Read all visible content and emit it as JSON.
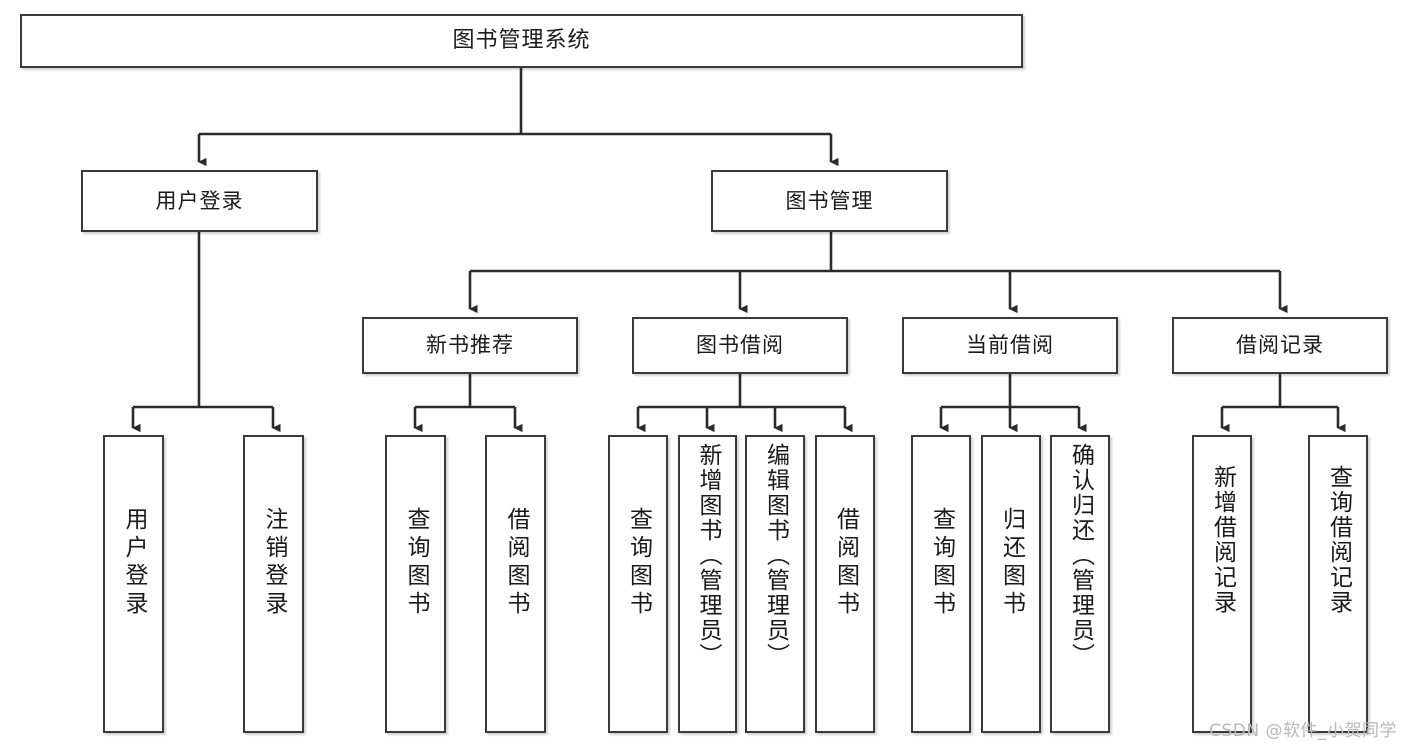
{
  "diagram": {
    "title": "图书管理系统",
    "type": "tree",
    "watermark": "CSDN @软件_小贺同学",
    "colors": {
      "box_border": "#3a3a3a",
      "box_fill": "#ffffff",
      "edge": "#2b2b2b",
      "text": "#1a1a1a",
      "watermark": "#b8b8b8"
    },
    "nodes": {
      "root": {
        "label": "图书管理系统"
      },
      "level2": [
        {
          "label": "用户登录"
        },
        {
          "label": "图书管理"
        }
      ],
      "level3": [
        {
          "label": "新书推荐"
        },
        {
          "label": "图书借阅"
        },
        {
          "label": "当前借阅"
        },
        {
          "label": "借阅记录"
        }
      ],
      "leaves": {
        "user_login": [
          {
            "label": "用户登录"
          },
          {
            "label": "注销登录"
          }
        ],
        "new_book_recommend": [
          {
            "label": "查询图书"
          },
          {
            "label": "借阅图书"
          }
        ],
        "book_borrow": [
          {
            "label": "查询图书"
          },
          {
            "label": "新增图书（管理员）"
          },
          {
            "label": "编辑图书（管理员）"
          },
          {
            "label": "借阅图书"
          }
        ],
        "current_borrow": [
          {
            "label": "查询图书"
          },
          {
            "label": "归还图书"
          },
          {
            "label": "确认归还（管理员）"
          }
        ],
        "borrow_record": [
          {
            "label": "新增借阅记录"
          },
          {
            "label": "查询借阅记录"
          }
        ]
      }
    }
  }
}
